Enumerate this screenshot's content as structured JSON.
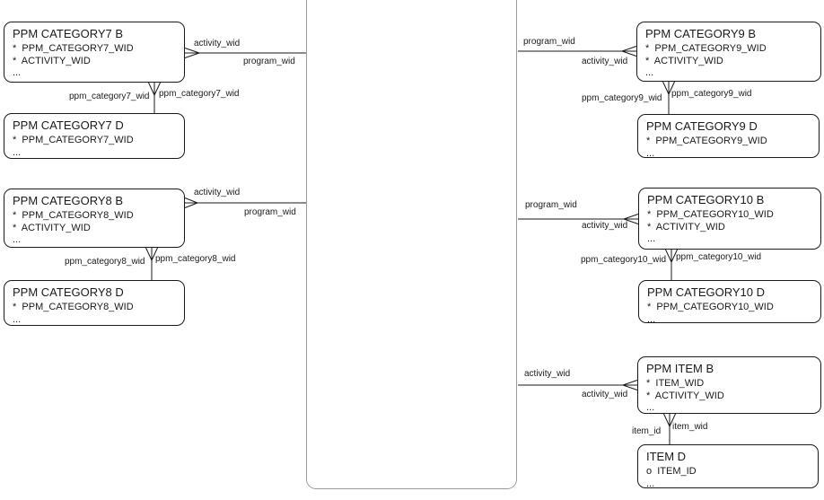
{
  "diagram": {
    "entities": {
      "cat7b": {
        "title": "PPM CATEGORY7 B",
        "fields": [
          "*  PPM_CATEGORY7_WID",
          "*  ACTIVITY_WID",
          "..."
        ]
      },
      "cat7d": {
        "title": "PPM CATEGORY7 D",
        "fields": [
          "*  PPM_CATEGORY7_WID",
          "..."
        ]
      },
      "cat8b": {
        "title": "PPM CATEGORY8 B",
        "fields": [
          "*  PPM_CATEGORY8_WID",
          "*  ACTIVITY_WID",
          "..."
        ]
      },
      "cat8d": {
        "title": "PPM CATEGORY8 D",
        "fields": [
          "*  PPM_CATEGORY8_WID",
          "..."
        ]
      },
      "cat9b": {
        "title": "PPM CATEGORY9 B",
        "fields": [
          "*  PPM_CATEGORY9_WID",
          "*  ACTIVITY_WID",
          "..."
        ]
      },
      "cat9d": {
        "title": "PPM CATEGORY9 D",
        "fields": [
          "*  PPM_CATEGORY9_WID",
          "..."
        ]
      },
      "cat10b": {
        "title": "PPM CATEGORY10 B",
        "fields": [
          "*  PPM_CATEGORY10_WID",
          "*  ACTIVITY_WID",
          "..."
        ]
      },
      "cat10d": {
        "title": "PPM CATEGORY10 D",
        "fields": [
          "*  PPM_CATEGORY10_WID",
          "..."
        ]
      },
      "itemb": {
        "title": "PPM ITEM B",
        "fields": [
          "*  ITEM_WID",
          "*  ACTIVITY_WID",
          "..."
        ]
      },
      "itemd": {
        "title": "ITEM D",
        "fields": [
          "o  ITEM_ID",
          "..."
        ]
      }
    },
    "labels": {
      "cat7_activity_wid": "activity_wid",
      "cat7_program_wid": "program_wid",
      "cat7_fk_left": "ppm_category7_wid",
      "cat7_fk_right": "ppm_category7_wid",
      "cat8_activity_wid": "activity_wid",
      "cat8_program_wid": "program_wid",
      "cat8_fk_left": "ppm_category8_wid",
      "cat8_fk_right": "ppm_category8_wid",
      "cat9_program_wid": "program_wid",
      "cat9_activity_wid": "activity_wid",
      "cat9_fk_left": "ppm_category9_wid",
      "cat9_fk_right": "ppm_category9_wid",
      "cat10_program_wid": "program_wid",
      "cat10_activity_wid": "activity_wid",
      "cat10_fk_left": "ppm_category10_wid",
      "cat10_fk_right": "ppm_category10_wid",
      "item_activity_top": "activity_wid",
      "item_activity_bottom": "activity_wid",
      "item_id": "item_id",
      "item_wid": "item_wid"
    },
    "colors": {
      "line": "#1a1a1a",
      "central_border": "#9a9a9a",
      "background": "#ffffff"
    }
  }
}
